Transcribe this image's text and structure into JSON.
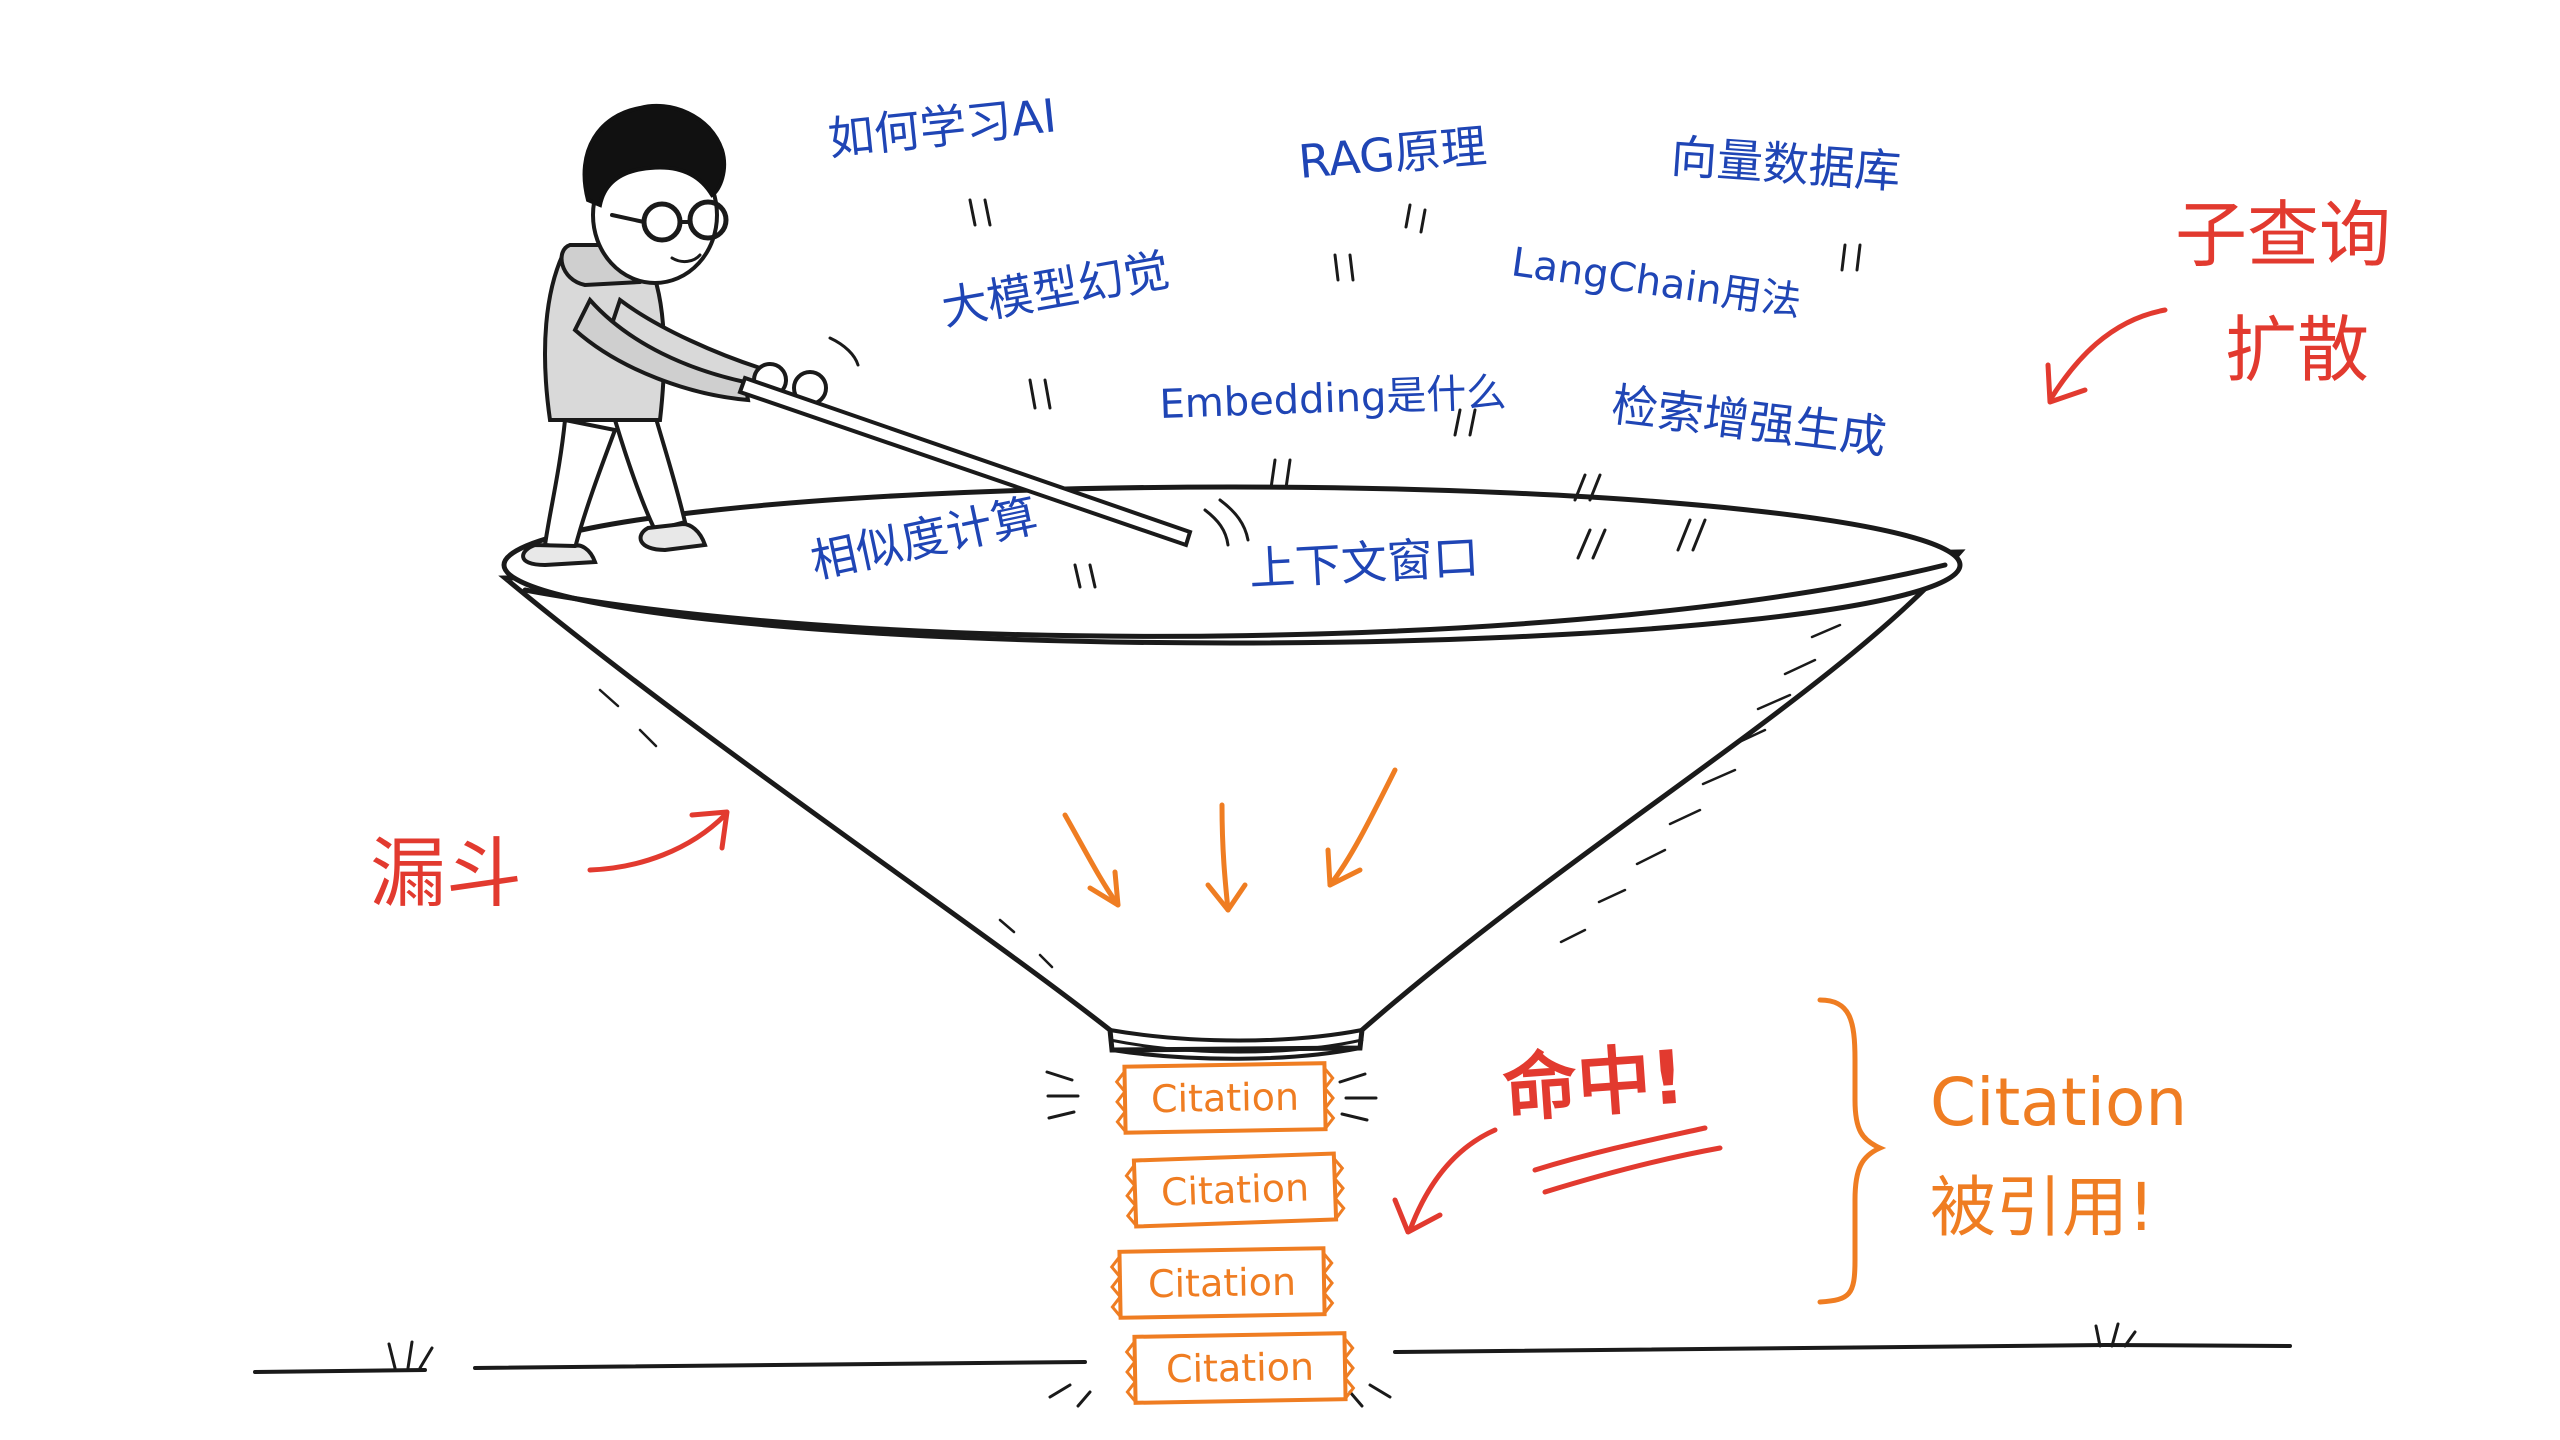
{
  "colors": {
    "ink": "#1a1a1a",
    "query_blue": "#1f45b5",
    "label_red": "#e23a2f",
    "citation_orange": "#ef7d22"
  },
  "queries": [
    "如何学习AI",
    "RAG原理",
    "向量数据库",
    "大模型幻觉",
    "LangChain用法",
    "Embedding是什么",
    "检索增强生成",
    "相似度计算",
    "上下文窗口"
  ],
  "labels": {
    "subquery_line1": "子查询",
    "subquery_line2": "扩散",
    "funnel": "漏斗",
    "hit": "命中!",
    "citation_word": "Citation",
    "cited": "被引用!"
  },
  "tickets": [
    "Citation",
    "Citation",
    "Citation",
    "Citation"
  ],
  "icons": {
    "person": "boy-with-glasses-icon",
    "stick": "stirring-stick-icon"
  }
}
